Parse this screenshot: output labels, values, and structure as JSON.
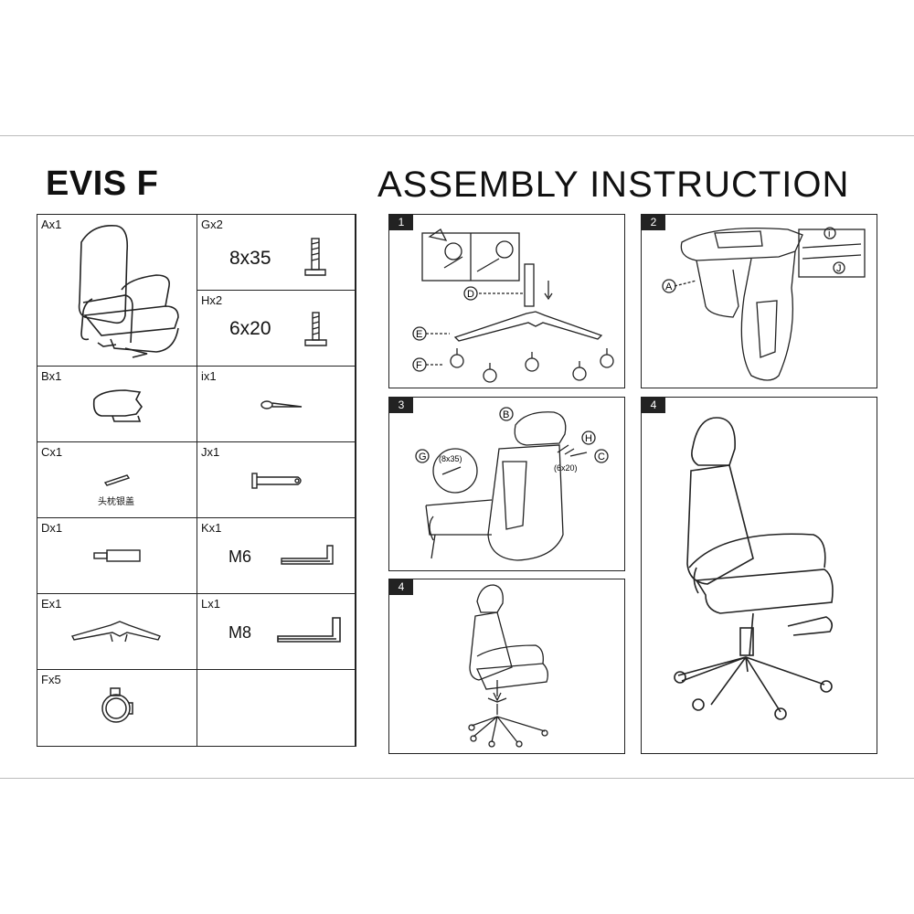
{
  "header": {
    "brand": "EVIS F",
    "title": "ASSEMBLY INSTRUCTION"
  },
  "parts": {
    "A": {
      "label": "Ax1"
    },
    "G": {
      "label": "Gx2",
      "size": "8x35"
    },
    "H": {
      "label": "Hx2",
      "size": "6x20"
    },
    "B": {
      "label": "Bx1"
    },
    "i": {
      "label": "ix1"
    },
    "C": {
      "label": "Cx1",
      "note": "头枕银盖"
    },
    "J": {
      "label": "Jx1"
    },
    "D": {
      "label": "Dx1"
    },
    "K": {
      "label": "Kx1",
      "size": "M6"
    },
    "E": {
      "label": "Ex1"
    },
    "L": {
      "label": "Lx1",
      "size": "M8"
    },
    "F": {
      "label": "Fx5"
    }
  },
  "steps": [
    {
      "number": "1",
      "callouts": [
        "D",
        "E",
        "F"
      ]
    },
    {
      "number": "2",
      "callouts": [
        "A",
        "i",
        "J"
      ]
    },
    {
      "number": "3",
      "callouts": [
        "B",
        "G",
        "(8x35)",
        "H",
        "C",
        "(6x20)"
      ]
    },
    {
      "number": "4"
    },
    {
      "number": "4"
    }
  ]
}
